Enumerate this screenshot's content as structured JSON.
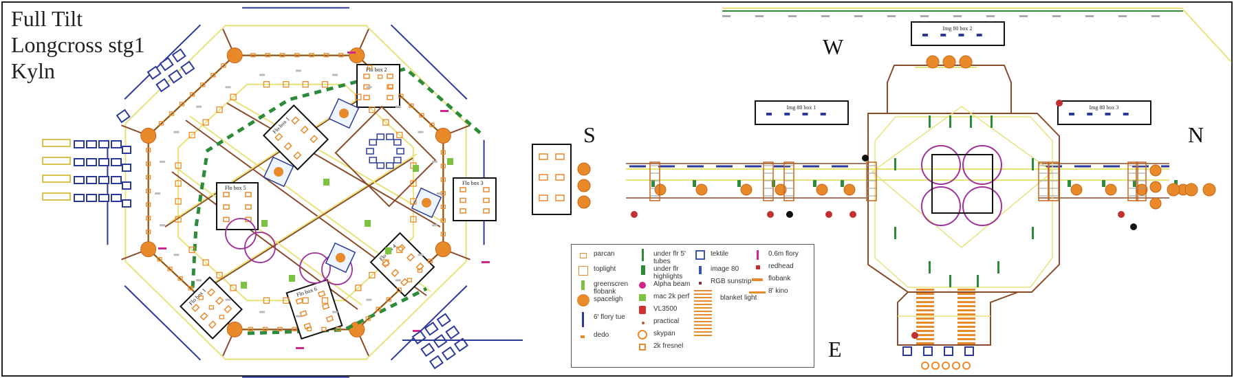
{
  "title": {
    "lines": [
      "Full Tilt",
      "Longcross stg1",
      "Kyln"
    ]
  },
  "compass": {
    "s": "S",
    "w": "W",
    "n": "N",
    "e": "E"
  },
  "boxes": {
    "flo_box_1": "Flo box 1",
    "flo_box_2": "Flo box 2",
    "flo_box_3": "Flo box 3",
    "flo_box_4": "Flo box 4",
    "flo_box_5": "Flo box 5",
    "flo_box_6": "Flo box 6",
    "img80_box_1": "Img 80 box 1",
    "img80_box_2": "Img 80 box 2",
    "img80_box_3": "Img 80 box 3"
  },
  "legend": {
    "items": [
      {
        "label": "parcan",
        "symbol": "parcan",
        "color": "#e8892a"
      },
      {
        "label": "toplight",
        "symbol": "toplight",
        "color": "#e8892a"
      },
      {
        "label": "greenscren flobank",
        "symbol": "greenbar",
        "color": "#7bc242"
      },
      {
        "label": "spaceligh",
        "symbol": "spacelight",
        "color": "#e8892a"
      },
      {
        "label": "6' flory tue",
        "symbol": "bluebar",
        "color": "#2b3a9a"
      },
      {
        "label": "dedo",
        "symbol": "dedo",
        "color": "#e8892a"
      },
      {
        "label": "under flr 5' tubes",
        "symbol": "greentube",
        "color": "#2e8b3a"
      },
      {
        "label": "under flr highlights",
        "symbol": "greenhl",
        "color": "#2e8b3a"
      },
      {
        "label": "Alpha beam",
        "symbol": "alpha",
        "color": "#d0268a"
      },
      {
        "label": "mac 2k perf",
        "symbol": "mac",
        "color": "#7bc242"
      },
      {
        "label": "VL3500",
        "symbol": "vl",
        "color": "#d33030"
      },
      {
        "label": "practical",
        "symbol": "practical",
        "color": "#b05a2a"
      },
      {
        "label": "skypan",
        "symbol": "skypan",
        "color": "#e8892a"
      },
      {
        "label": "2k fresnel",
        "symbol": "fresnel",
        "color": "#e8892a"
      },
      {
        "label": "tektile",
        "symbol": "tektile",
        "color": "#3a55a8"
      },
      {
        "label": "image 80",
        "symbol": "image80",
        "color": "#3a55a8"
      },
      {
        "label": "RGB sunstrip",
        "symbol": "rgb",
        "color": "#8a3030"
      },
      {
        "label": "blanket light",
        "symbol": "blanket",
        "color": "#e8892a"
      },
      {
        "label": "0.6m flory",
        "symbol": "pinkbar",
        "color": "#d0268a"
      },
      {
        "label": "redhead",
        "symbol": "redhead",
        "color": "#c03030"
      },
      {
        "label": "flobank",
        "symbol": "flobank",
        "color": "#e8892a"
      },
      {
        "label": "8' kino",
        "symbol": "kino",
        "color": "#e8892a"
      }
    ]
  },
  "colors": {
    "structure": "#8a4b2a",
    "truss": "#e8e27a",
    "light": "#e8892a",
    "blue": "#2b3a9a",
    "green": "#2e8b3a",
    "lightgreen": "#7bc242",
    "magenta": "#a0309a",
    "frame": "#222222"
  }
}
